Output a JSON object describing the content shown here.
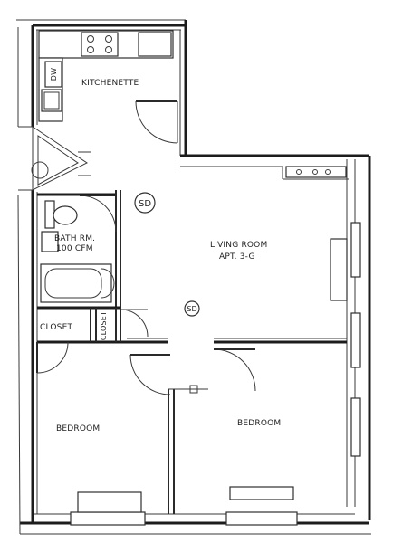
{
  "rooms": {
    "kitchenette": "KITCHENETTE",
    "dishwasher": "DW",
    "living_room": "LIVING ROOM",
    "apartment": "APT. 3-G",
    "bath_room": "BATH RM.",
    "bath_fan": "100 CFM",
    "closet_left": "CLOSET",
    "closet_small": "CLOSET",
    "bedroom_left": "BEDROOM",
    "bedroom_right": "BEDROOM"
  },
  "smoke_detectors": {
    "sd_upper": "SD",
    "sd_center": "SD"
  },
  "colors": {
    "line": "#2a2a2a",
    "paper": "#ffffff"
  }
}
